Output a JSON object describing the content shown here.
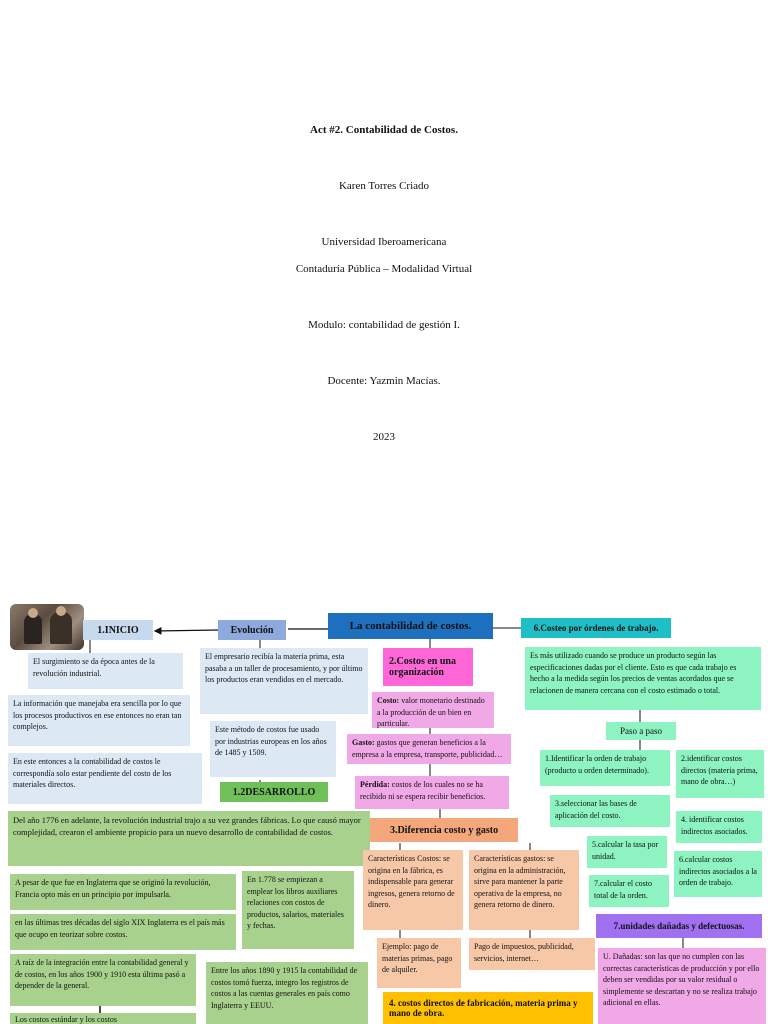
{
  "cover": {
    "title": "Act #2. Contabilidad de Costos.",
    "author": "Karen Torres Criado",
    "university": "Universidad Iberoamericana",
    "program": "Contaduría Pública – Modalidad Virtual",
    "module": "Modulo: contabilidad de gestión I.",
    "teacher": "Docente: Yazmin Macías.",
    "year": "2023"
  },
  "map": {
    "central": "La contabilidad de costos.",
    "inicio": "1.INICIO",
    "evolucion": "Evolución",
    "desarrollo": "1.2DESARROLLO",
    "costos_org": "2.Costos en una organización",
    "diferencia": "3.Diferencia costo y gasto",
    "directos": "4. costos directos de fabricación, materia prima y mano de obra.",
    "ordenes": "6.Costeo por órdenes de trabajo.",
    "danadas": "7.unidades dañadas y defectuosas.",
    "paso": "Paso a paso",
    "inicio_1": "El surgimiento se da época antes de la revolución industrial.",
    "inicio_2": "La información que manejaba era sencilla por lo que los procesos productivos en ese entonces no eran tan complejos.",
    "inicio_3": "En este entonces a la contabilidad de costos le correspondía solo estar pendiente del costo de los materiales directos.",
    "evol_1": "El empresario recibía la materia prima, esta pasaba a un taller de procesamiento, y por último los productos eran vendidos en el mercado.",
    "evol_2": "Este método de costos fue usado por industrias europeas en los años de 1485 y 1509.",
    "des_1": "Del año 1776 en adelante, la revolución industrial trajo a su vez grandes fábricas. Lo que causó mayor complejidad, crearon el ambiente propicio para un nuevo desarrollo de contabilidad de costos.",
    "des_2": "A pesar de que fue en Inglaterra que se originó la revolución, Francia opto más en un principio por impulsarla.",
    "des_3": "en las últimas tres décadas del siglo XIX Inglaterra es el país más que ocupo en teorizar sobre costos.",
    "des_4": "A raíz de la integración entre la contabilidad general y de costos, en los años 1900 y 1910 esta última pasó a depender de la general.",
    "des_5": "Los costos estándar y los costos",
    "des_6": "En 1.778 se empiezan a emplear los libros auxiliares relaciones con costos de productos, salarios, materiales y fechas.",
    "des_7": "Entre los años 1890 y 1915 la contabilidad de costos tomó fuerza, integro los registros de costos a las cuentas generales en país como Inglaterra y EEUU.",
    "costo_label": "Costo:",
    "costo_text": "valor monetario destinado a la producción de un bien en particular.",
    "gasto_label": "Gasto:",
    "gasto_text": "gastos que generan beneficios a la empresa a la empresa, transporte, publicidad…",
    "perdida_label": "Pérdida:",
    "perdida_text": "costos de los cuales no se ha recibido ni se espera recibir beneficios.",
    "carac_costos": "Características Costos: se origina en la fábrica, es indispensable para generar ingresos, genera retorno de dinero.",
    "carac_gastos": "Características gastos: se origina en la administración, sirve para mantener la parte operativa de la empresa, no genera retorno de dinero.",
    "ejemplo": "Ejemplo: pago de materias primas, pago de alquiler.",
    "pago": "Pago de impuestos, publicidad, servicios, internet…",
    "ordenes_desc": "Es más utilizado cuando se produce un producto según las especificaciones dadas por el cliente. Esto es que cada trabajo es hecho a la medida según los precios de ventas acordados que se relacionen de manera cercana con el costo estimado o total.",
    "step1": "1.Identificar la orden de trabajo (producto u orden determinado).",
    "step2": "2.identificar costos directos (materia prima, mano de obra…)",
    "step3": "3.seleccionar las bases de aplicación del costo.",
    "step4": "4. identificar costos indirectos asociados.",
    "step5": "5.calcular la tasa por unidad.",
    "step6": "6.calcular costos indirectos asociados a la orden de trabajo.",
    "step7": "7.calcular el costo total de la orden.",
    "danadas_desc": "U. Dañadas: son las que no cumplen con las correctas características de producción y por ello deben ser vendidas por su valor residual o simplemente se descartan y no se realiza trabajo adicional en ellas."
  }
}
